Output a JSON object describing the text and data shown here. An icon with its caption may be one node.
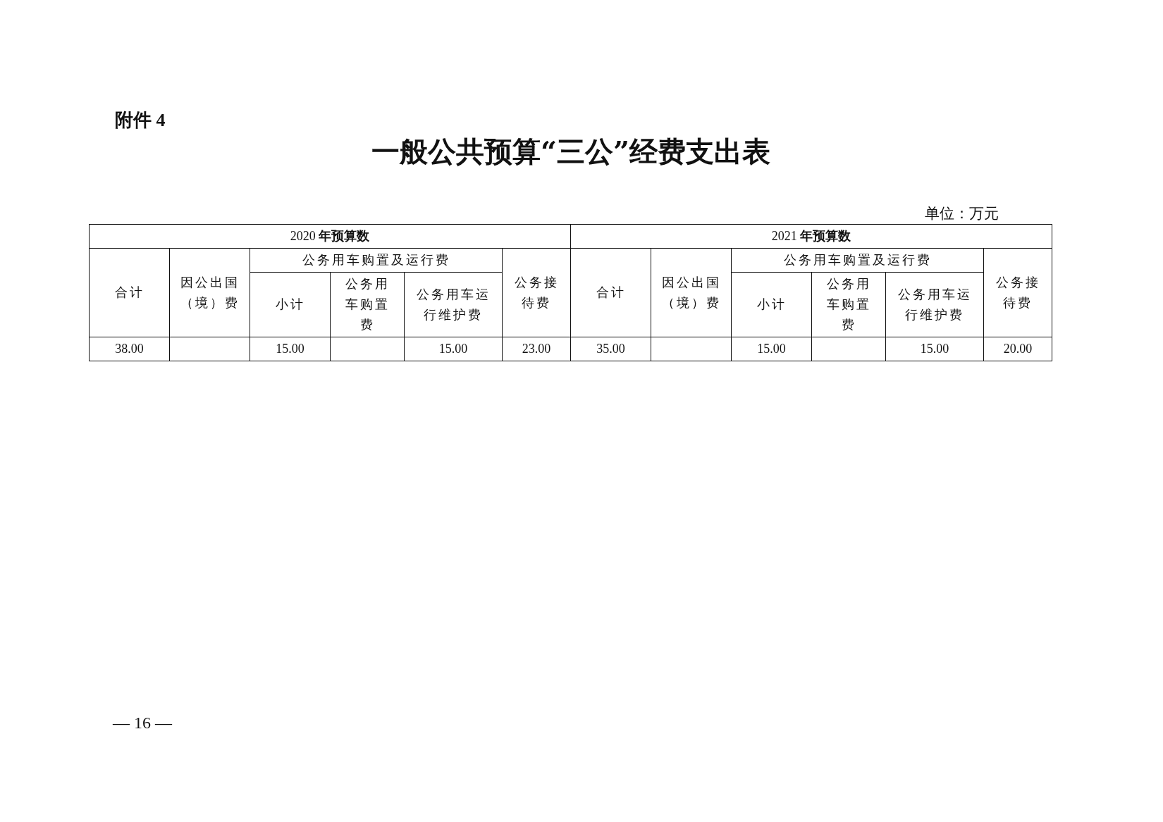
{
  "diagram": {
    "title": "一般公共预算“三公”经费支出表",
    "labels": [
      "附件 4",
      "单位：万元",
      "2020 **年预算数**",
      "2021 **年预算数**",
      "合计",
      "因公出国（境）费",
      "公务用车购置及运行费",
      "公务接待费",
      "合计",
      "因公出国（境）费",
      "公务用车购置及运行费",
      "公务接待费",
      "小计",
      "公务用车购置费",
      "公务用车运行维护费",
      "小计",
      "公务用车购置费",
      "公务用车运行维护费",
      "38.00",
      "15.00",
      "15.00",
      "23.00",
      "35.00",
      "15.00",
      "15.00",
      "20.00",
      "— 16 —"
    ]
  }
}
